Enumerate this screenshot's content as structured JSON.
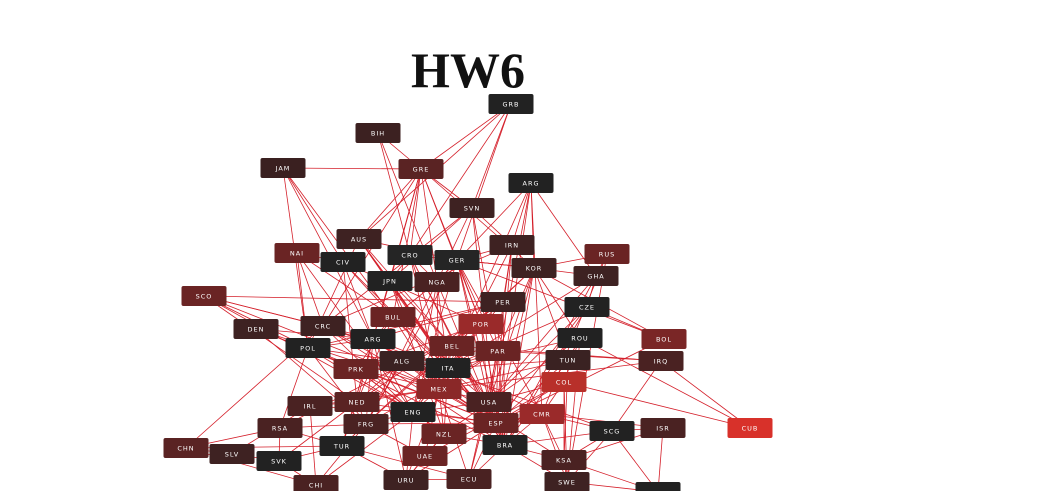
{
  "title": "HW6",
  "edge_color": "#d41f2a",
  "nodes": [
    {
      "id": "GRB",
      "color": "#222222"
    },
    {
      "id": "BIH",
      "color": "#3c2121"
    },
    {
      "id": "JAM",
      "color": "#3a2020"
    },
    {
      "id": "GRE",
      "color": "#5a2323"
    },
    {
      "id": "ARG1",
      "label": "ARG",
      "color": "#222222"
    },
    {
      "id": "SVN",
      "color": "#3e2222"
    },
    {
      "id": "AUS",
      "color": "#3e2222"
    },
    {
      "id": "NAI",
      "color": "#6a2424"
    },
    {
      "id": "CIV",
      "color": "#222222"
    },
    {
      "id": "CRO",
      "color": "#252525"
    },
    {
      "id": "GER",
      "color": "#252525"
    },
    {
      "id": "IRN",
      "color": "#3e2222"
    },
    {
      "id": "KOR",
      "color": "#3e2222"
    },
    {
      "id": "RUS",
      "color": "#6a2424"
    },
    {
      "id": "GHA",
      "color": "#3e2222"
    },
    {
      "id": "JPN",
      "color": "#222222"
    },
    {
      "id": "NGA",
      "color": "#4a2222"
    },
    {
      "id": "SCO",
      "color": "#6a2424"
    },
    {
      "id": "PER",
      "color": "#3e2222"
    },
    {
      "id": "CZE",
      "color": "#222222"
    },
    {
      "id": "DEN",
      "color": "#3e2222"
    },
    {
      "id": "CRC",
      "color": "#3e2222"
    },
    {
      "id": "BUL",
      "color": "#6a2424"
    },
    {
      "id": "POR",
      "color": "#9a2a2a"
    },
    {
      "id": "POL",
      "color": "#222222"
    },
    {
      "id": "ARG",
      "color": "#222222"
    },
    {
      "id": "BEL",
      "color": "#6a2424"
    },
    {
      "id": "PAR",
      "color": "#6a2424"
    },
    {
      "id": "ROU",
      "color": "#222222"
    },
    {
      "id": "BOL",
      "color": "#7a2626"
    },
    {
      "id": "ALG",
      "color": "#3a2222"
    },
    {
      "id": "TUN",
      "color": "#3a2222"
    },
    {
      "id": "IRQ",
      "color": "#4a2222"
    },
    {
      "id": "PRK",
      "color": "#6a2424"
    },
    {
      "id": "ITA",
      "color": "#222222"
    },
    {
      "id": "COL",
      "color": "#b8302a"
    },
    {
      "id": "MEX",
      "color": "#8a2828"
    },
    {
      "id": "IRL",
      "color": "#4a2222"
    },
    {
      "id": "NED",
      "color": "#5a2323"
    },
    {
      "id": "USA",
      "color": "#4a2222"
    },
    {
      "id": "ENG",
      "color": "#222222"
    },
    {
      "id": "CMR",
      "color": "#9a2a2a"
    },
    {
      "id": "RSA",
      "color": "#4a2222"
    },
    {
      "id": "FRG",
      "color": "#4a2222"
    },
    {
      "id": "ESP",
      "color": "#6a2424"
    },
    {
      "id": "SCG",
      "color": "#222222"
    },
    {
      "id": "ISR",
      "color": "#4a2222"
    },
    {
      "id": "CUB",
      "color": "#d8312a"
    },
    {
      "id": "NZL",
      "color": "#6a2424"
    },
    {
      "id": "CHN",
      "color": "#5a2323"
    },
    {
      "id": "TUR",
      "color": "#222222"
    },
    {
      "id": "BRA",
      "color": "#222222"
    },
    {
      "id": "SLV",
      "color": "#3e2222"
    },
    {
      "id": "SVK",
      "color": "#222222"
    },
    {
      "id": "UAE",
      "color": "#6a2424"
    },
    {
      "id": "KSA",
      "color": "#4a2222"
    },
    {
      "id": "CHI",
      "color": "#4a2222"
    },
    {
      "id": "URU",
      "color": "#3e2222"
    },
    {
      "id": "ECU",
      "color": "#4a2222"
    },
    {
      "id": "SWE",
      "color": "#3e2222"
    },
    {
      "id": "AUT",
      "label": "",
      "color": "#222222"
    }
  ],
  "edges": [
    [
      "GRB",
      "GRE"
    ],
    [
      "GRB",
      "SVN"
    ],
    [
      "GRB",
      "AUS"
    ],
    [
      "GRB",
      "CRO"
    ],
    [
      "GRB",
      "GER"
    ],
    [
      "BIH",
      "GRE"
    ],
    [
      "BIH",
      "CRO"
    ],
    [
      "BIH",
      "NGA"
    ],
    [
      "JAM",
      "GRE"
    ],
    [
      "JAM",
      "ARG"
    ],
    [
      "JAM",
      "POL"
    ],
    [
      "JAM",
      "BUL"
    ],
    [
      "JAM",
      "CIV"
    ],
    [
      "GRE",
      "CRO"
    ],
    [
      "GRE",
      "GER"
    ],
    [
      "GRE",
      "SVN"
    ],
    [
      "GRE",
      "JPN"
    ],
    [
      "GRE",
      "BUL"
    ],
    [
      "GRE",
      "ARG"
    ],
    [
      "GRE",
      "CRC"
    ],
    [
      "GRE",
      "POR"
    ],
    [
      "GRE",
      "NGA"
    ],
    [
      "GRE",
      "KOR"
    ],
    [
      "GRE",
      "AUS"
    ],
    [
      "ARG1",
      "KOR"
    ],
    [
      "ARG1",
      "IRN"
    ],
    [
      "ARG1",
      "ITA"
    ],
    [
      "ARG1",
      "NGA"
    ],
    [
      "ARG1",
      "USA"
    ],
    [
      "ARG1",
      "CMR"
    ],
    [
      "ARG1",
      "ESP"
    ],
    [
      "ARG1",
      "GHA"
    ],
    [
      "SVN",
      "PAR"
    ],
    [
      "SVN",
      "ESP"
    ],
    [
      "SVN",
      "IRN"
    ],
    [
      "SVN",
      "CRC"
    ],
    [
      "SVN",
      "NGA"
    ],
    [
      "SVN",
      "JPN"
    ],
    [
      "AUS",
      "ITA"
    ],
    [
      "AUS",
      "GER"
    ],
    [
      "AUS",
      "BEL"
    ],
    [
      "AUS",
      "JPN"
    ],
    [
      "AUS",
      "POL"
    ],
    [
      "AUS",
      "BRA"
    ],
    [
      "NAI",
      "CRC"
    ],
    [
      "NAI",
      "BUL"
    ],
    [
      "NAI",
      "POL"
    ],
    [
      "NAI",
      "CIV"
    ],
    [
      "NAI",
      "ENG"
    ],
    [
      "CIV",
      "NED"
    ],
    [
      "CIV",
      "ARG"
    ],
    [
      "CIV",
      "ITA"
    ],
    [
      "CIV",
      "POR"
    ],
    [
      "CIV",
      "BUL"
    ],
    [
      "CRO",
      "BRA"
    ],
    [
      "CRO",
      "JPN"
    ],
    [
      "CRO",
      "MEX"
    ],
    [
      "CRO",
      "ESP"
    ],
    [
      "CRO",
      "NGA"
    ],
    [
      "CRO",
      "ITA"
    ],
    [
      "CRO",
      "KOR"
    ],
    [
      "GER",
      "BRA"
    ],
    [
      "GER",
      "FRG"
    ],
    [
      "GER",
      "NGA"
    ],
    [
      "GER",
      "POR"
    ],
    [
      "GER",
      "USA"
    ],
    [
      "GER",
      "KOR"
    ],
    [
      "GER",
      "CMR"
    ],
    [
      "GER",
      "PAR"
    ],
    [
      "GER",
      "ENG"
    ],
    [
      "IRN",
      "USA"
    ],
    [
      "IRN",
      "GER"
    ],
    [
      "IRN",
      "MEX"
    ],
    [
      "IRN",
      "ESP"
    ],
    [
      "IRN",
      "CRC"
    ],
    [
      "IRN",
      "PER"
    ],
    [
      "KOR",
      "RUS"
    ],
    [
      "KOR",
      "USA"
    ],
    [
      "KOR",
      "GER"
    ],
    [
      "KOR",
      "ESP"
    ],
    [
      "KOR",
      "TUN"
    ],
    [
      "KOR",
      "PAR"
    ],
    [
      "KOR",
      "ROU"
    ],
    [
      "KOR",
      "BRA"
    ],
    [
      "KOR",
      "BEL"
    ],
    [
      "KOR",
      "TUR"
    ],
    [
      "KOR",
      "GHA"
    ],
    [
      "RUS",
      "SWE"
    ],
    [
      "RUS",
      "CMR"
    ],
    [
      "RUS",
      "GHA"
    ],
    [
      "GHA",
      "CZE"
    ],
    [
      "GHA",
      "USA"
    ],
    [
      "GHA",
      "ITA"
    ],
    [
      "GHA",
      "BRA"
    ],
    [
      "JPN",
      "TUR"
    ],
    [
      "JPN",
      "BEL"
    ],
    [
      "JPN",
      "ARG"
    ],
    [
      "JPN",
      "BRA"
    ],
    [
      "JPN",
      "MEX"
    ],
    [
      "JPN",
      "ITA"
    ],
    [
      "JPN",
      "NZL"
    ],
    [
      "NGA",
      "ESP"
    ],
    [
      "NGA",
      "BUL"
    ],
    [
      "NGA",
      "ITA"
    ],
    [
      "NGA",
      "ENG"
    ],
    [
      "NGA",
      "MEX"
    ],
    [
      "NGA",
      "FRG"
    ],
    [
      "SCO",
      "BRA"
    ],
    [
      "SCO",
      "MEX"
    ],
    [
      "SCO",
      "ARG"
    ],
    [
      "SCO",
      "NED"
    ],
    [
      "SCO",
      "CRC"
    ],
    [
      "SCO",
      "ENG"
    ],
    [
      "PER",
      "BRA"
    ],
    [
      "PER",
      "ITA"
    ],
    [
      "PER",
      "SCO"
    ],
    [
      "PER",
      "POL"
    ],
    [
      "PER",
      "ARG"
    ],
    [
      "PER",
      "NED"
    ],
    [
      "PER",
      "FRG"
    ],
    [
      "CZE",
      "BRA"
    ],
    [
      "CZE",
      "ITA"
    ],
    [
      "CZE",
      "USA"
    ],
    [
      "CZE",
      "BOL"
    ],
    [
      "CZE",
      "ESP"
    ],
    [
      "DEN",
      "ARG"
    ],
    [
      "DEN",
      "MEX"
    ],
    [
      "DEN",
      "PRK"
    ],
    [
      "DEN",
      "FRG"
    ],
    [
      "DEN",
      "ESP"
    ],
    [
      "CRC",
      "BRA"
    ],
    [
      "CRC",
      "ITA"
    ],
    [
      "CRC",
      "SCG"
    ],
    [
      "CRC",
      "ESP"
    ],
    [
      "CRC",
      "ENG"
    ],
    [
      "CRC",
      "CHN"
    ],
    [
      "BUL",
      "ARG"
    ],
    [
      "BUL",
      "MEX"
    ],
    [
      "BUL",
      "ITA"
    ],
    [
      "BUL",
      "ESP"
    ],
    [
      "BUL",
      "PRK"
    ],
    [
      "BUL",
      "NED"
    ],
    [
      "POR",
      "MEX"
    ],
    [
      "POR",
      "USA"
    ],
    [
      "POR",
      "ENG"
    ],
    [
      "POR",
      "BRA"
    ],
    [
      "POR",
      "RSA"
    ],
    [
      "POR",
      "PRK"
    ],
    [
      "POL",
      "ITA"
    ],
    [
      "POL",
      "ARG"
    ],
    [
      "POL",
      "ESP"
    ],
    [
      "POL",
      "FRG"
    ],
    [
      "POL",
      "ENG"
    ],
    [
      "POL",
      "RSA"
    ],
    [
      "ARG",
      "ITA"
    ],
    [
      "ARG",
      "NED"
    ],
    [
      "ARG",
      "ENG"
    ],
    [
      "ARG",
      "MEX"
    ],
    [
      "ARG",
      "FRG"
    ],
    [
      "ARG",
      "ESP"
    ],
    [
      "ARG",
      "TUR"
    ],
    [
      "ARG",
      "KSA"
    ],
    [
      "ARG",
      "URU"
    ],
    [
      "BEL",
      "MEX"
    ],
    [
      "BEL",
      "ESP"
    ],
    [
      "BEL",
      "USA"
    ],
    [
      "BEL",
      "ITA"
    ],
    [
      "BEL",
      "ENG"
    ],
    [
      "BEL",
      "BRA"
    ],
    [
      "PAR",
      "BRA"
    ],
    [
      "PAR",
      "ESP"
    ],
    [
      "PAR",
      "ITA"
    ],
    [
      "PAR",
      "FRG"
    ],
    [
      "PAR",
      "MEX"
    ],
    [
      "PAR",
      "ECU"
    ],
    [
      "ROU",
      "ITA"
    ],
    [
      "ROU",
      "COL"
    ],
    [
      "ROU",
      "USA"
    ],
    [
      "ROU",
      "SWE"
    ],
    [
      "ROU",
      "TUN"
    ],
    [
      "BOL",
      "ESP"
    ],
    [
      "BOL",
      "KOR"
    ],
    [
      "BOL",
      "GER"
    ],
    [
      "ALG",
      "ESP"
    ],
    [
      "ALG",
      "USA"
    ],
    [
      "ALG",
      "ITA"
    ],
    [
      "ALG",
      "NED"
    ],
    [
      "ALG",
      "FRG"
    ],
    [
      "TUN",
      "MEX"
    ],
    [
      "TUN",
      "ESP"
    ],
    [
      "TUN",
      "ITA"
    ],
    [
      "TUN",
      "KSA"
    ],
    [
      "TUN",
      "BRA"
    ],
    [
      "IRQ",
      "BEL"
    ],
    [
      "IRQ",
      "PAR"
    ],
    [
      "IRQ",
      "CUB"
    ],
    [
      "IRQ",
      "SCG"
    ],
    [
      "IRQ",
      "MEX"
    ],
    [
      "PRK",
      "ITA"
    ],
    [
      "PRK",
      "MEX"
    ],
    [
      "PRK",
      "NZL"
    ],
    [
      "PRK",
      "ENG"
    ],
    [
      "ITA",
      "MEX"
    ],
    [
      "ITA",
      "ESP"
    ],
    [
      "ITA",
      "ENG"
    ],
    [
      "ITA",
      "USA"
    ],
    [
      "ITA",
      "BRA"
    ],
    [
      "ITA",
      "NZL"
    ],
    [
      "ITA",
      "CMR"
    ],
    [
      "ITA",
      "URU"
    ],
    [
      "COL",
      "ESP"
    ],
    [
      "COL",
      "USA"
    ],
    [
      "COL",
      "CMR"
    ],
    [
      "COL",
      "UAE"
    ],
    [
      "COL",
      "KSA"
    ],
    [
      "COL",
      "SWE"
    ],
    [
      "MEX",
      "USA"
    ],
    [
      "MEX",
      "ESP"
    ],
    [
      "MEX",
      "ENG"
    ],
    [
      "MEX",
      "UAE"
    ],
    [
      "MEX",
      "NZL"
    ],
    [
      "MEX",
      "ECU"
    ],
    [
      "IRL",
      "ENG"
    ],
    [
      "IRL",
      "NED"
    ],
    [
      "IRL",
      "MEX"
    ],
    [
      "IRL",
      "CHI"
    ],
    [
      "IRL",
      "SLV"
    ],
    [
      "NED",
      "MEX"
    ],
    [
      "NED",
      "FRG"
    ],
    [
      "NED",
      "ESP"
    ],
    [
      "NED",
      "TUR"
    ],
    [
      "NED",
      "SVK"
    ],
    [
      "USA",
      "ESP"
    ],
    [
      "USA",
      "BRA"
    ],
    [
      "USA",
      "ENG"
    ],
    [
      "USA",
      "NZL"
    ],
    [
      "USA",
      "ECU"
    ],
    [
      "ENG",
      "ESP"
    ],
    [
      "ENG",
      "FRG"
    ],
    [
      "ENG",
      "NZL"
    ],
    [
      "ENG",
      "CHI"
    ],
    [
      "ENG",
      "URU"
    ],
    [
      "CMR",
      "ESP"
    ],
    [
      "CMR",
      "BRA"
    ],
    [
      "CMR",
      "SCG"
    ],
    [
      "CMR",
      "KSA"
    ],
    [
      "CMR",
      "SWE"
    ],
    [
      "RSA",
      "FRG"
    ],
    [
      "RSA",
      "TUR"
    ],
    [
      "RSA",
      "CHN"
    ],
    [
      "RSA",
      "SVK"
    ],
    [
      "FRG",
      "ESP"
    ],
    [
      "FRG",
      "TUR"
    ],
    [
      "FRG",
      "UAE"
    ],
    [
      "FRG",
      "CHI"
    ],
    [
      "ESP",
      "BRA"
    ],
    [
      "ESP",
      "NZL"
    ],
    [
      "ESP",
      "URU"
    ],
    [
      "ESP",
      "ECU"
    ],
    [
      "SCG",
      "KSA"
    ],
    [
      "SCG",
      "SWE"
    ],
    [
      "SCG",
      "ISR"
    ],
    [
      "SCG",
      "BRA"
    ],
    [
      "SCG",
      "AUT"
    ],
    [
      "ISR",
      "KSA"
    ],
    [
      "ISR",
      "AUT"
    ],
    [
      "ISR",
      "CMR"
    ],
    [
      "CUB",
      "ROU"
    ],
    [
      "CUB",
      "COL"
    ],
    [
      "NZL",
      "BRA"
    ],
    [
      "NZL",
      "UAE"
    ],
    [
      "NZL",
      "URU"
    ],
    [
      "CHN",
      "SLV"
    ],
    [
      "CHN",
      "TUR"
    ],
    [
      "CHN",
      "CHI"
    ],
    [
      "TUR",
      "SVK"
    ],
    [
      "TUR",
      "URU"
    ],
    [
      "TUR",
      "ECU"
    ],
    [
      "BRA",
      "ECU"
    ],
    [
      "BRA",
      "KSA"
    ],
    [
      "BRA",
      "SWE"
    ],
    [
      "SLV",
      "SVK"
    ],
    [
      "SVK",
      "CHI"
    ],
    [
      "UAE",
      "URU"
    ],
    [
      "KSA",
      "SWE"
    ],
    [
      "KSA",
      "AUT"
    ],
    [
      "ECU",
      "URU"
    ],
    [
      "SWE",
      "AUT"
    ]
  ]
}
